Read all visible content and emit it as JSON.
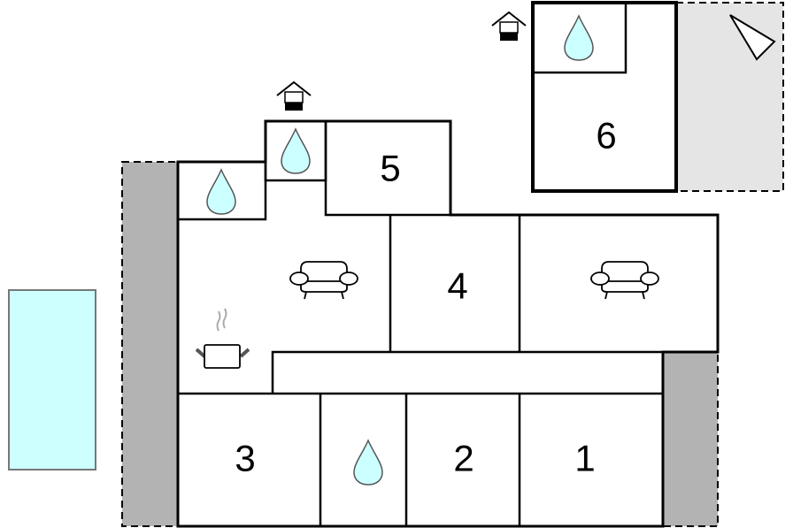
{
  "rooms": [
    {
      "label": "1",
      "type": "bedroom"
    },
    {
      "label": "2",
      "type": "bedroom"
    },
    {
      "label": "3",
      "type": "bedroom"
    },
    {
      "label": "4",
      "type": "bedroom"
    },
    {
      "label": "5",
      "type": "bedroom"
    },
    {
      "label": "6",
      "type": "bedroom"
    }
  ],
  "icons": {
    "bathroom": "water-drop-icon",
    "living_room": "sofa-icon",
    "kitchen": "cooking-pot-icon",
    "entrance": "entrance-house-icon",
    "orientation": "north-arrow-icon"
  },
  "colors": {
    "pool": "#ccfffe",
    "terrace": "#b3b3b3",
    "terrace_light": "#e5e5e5",
    "water": "#ccffff"
  }
}
